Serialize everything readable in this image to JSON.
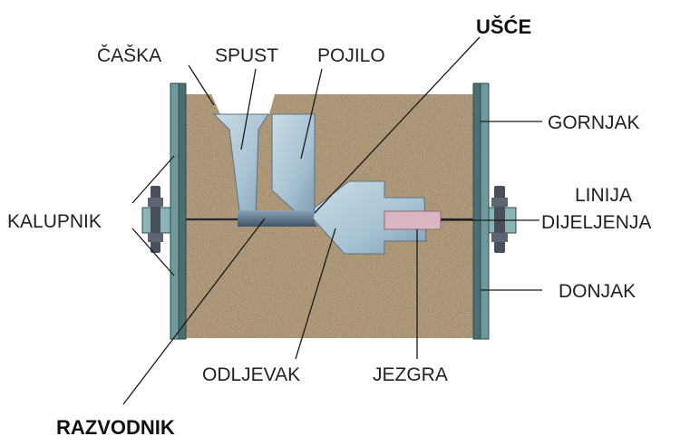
{
  "labels": {
    "casha": "ČAŠKA",
    "spust": "SPUST",
    "pojilo": "POJILO",
    "usce": "UŠĆE",
    "gornjak": "GORNJAK",
    "linija_1": "LINIJA",
    "linija_2": "DIJELJENJA",
    "kalupnik": "KALUPNIK",
    "donjak": "DONJAK",
    "odljevak": "ODLJEVAK",
    "jezgra": "JEZGRA",
    "razvodnik": "RAZVODNIK"
  },
  "colors": {
    "sand": "#b59e7e",
    "metal": "#a9c3d3",
    "frame": "#6f9a9c",
    "core": "#d9b6c2",
    "bolt": "#4a4f5c"
  }
}
